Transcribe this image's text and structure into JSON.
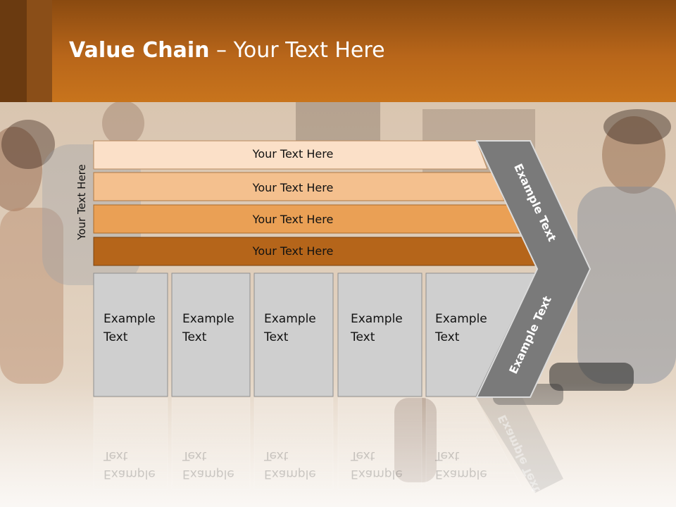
{
  "slide": {
    "title_bold": "Value Chain",
    "title_rest": " – Your Text Here",
    "side_label": "Your Text Here"
  },
  "bars": [
    {
      "label": "Your Text Here",
      "color": "#fbe0c8"
    },
    {
      "label": "Your Text Here",
      "color": "#f4c08e"
    },
    {
      "label": "Your Text Here",
      "color": "#eaa055"
    },
    {
      "label": "Your Text Here",
      "color": "#b5651a"
    }
  ],
  "boxes": [
    {
      "text": "Example\nText"
    },
    {
      "text": "Example\nText"
    },
    {
      "text": "Example\nText"
    },
    {
      "text": "Example\nText"
    },
    {
      "text": "Example\nText"
    }
  ],
  "arrow": {
    "upper_label": "Example Text",
    "lower_label": "Example Text",
    "color": "#7a7a7a"
  },
  "colors": {
    "header": "#c8741c",
    "box_fill": "#cfcfcf",
    "box_border": "#8f8f8f"
  }
}
